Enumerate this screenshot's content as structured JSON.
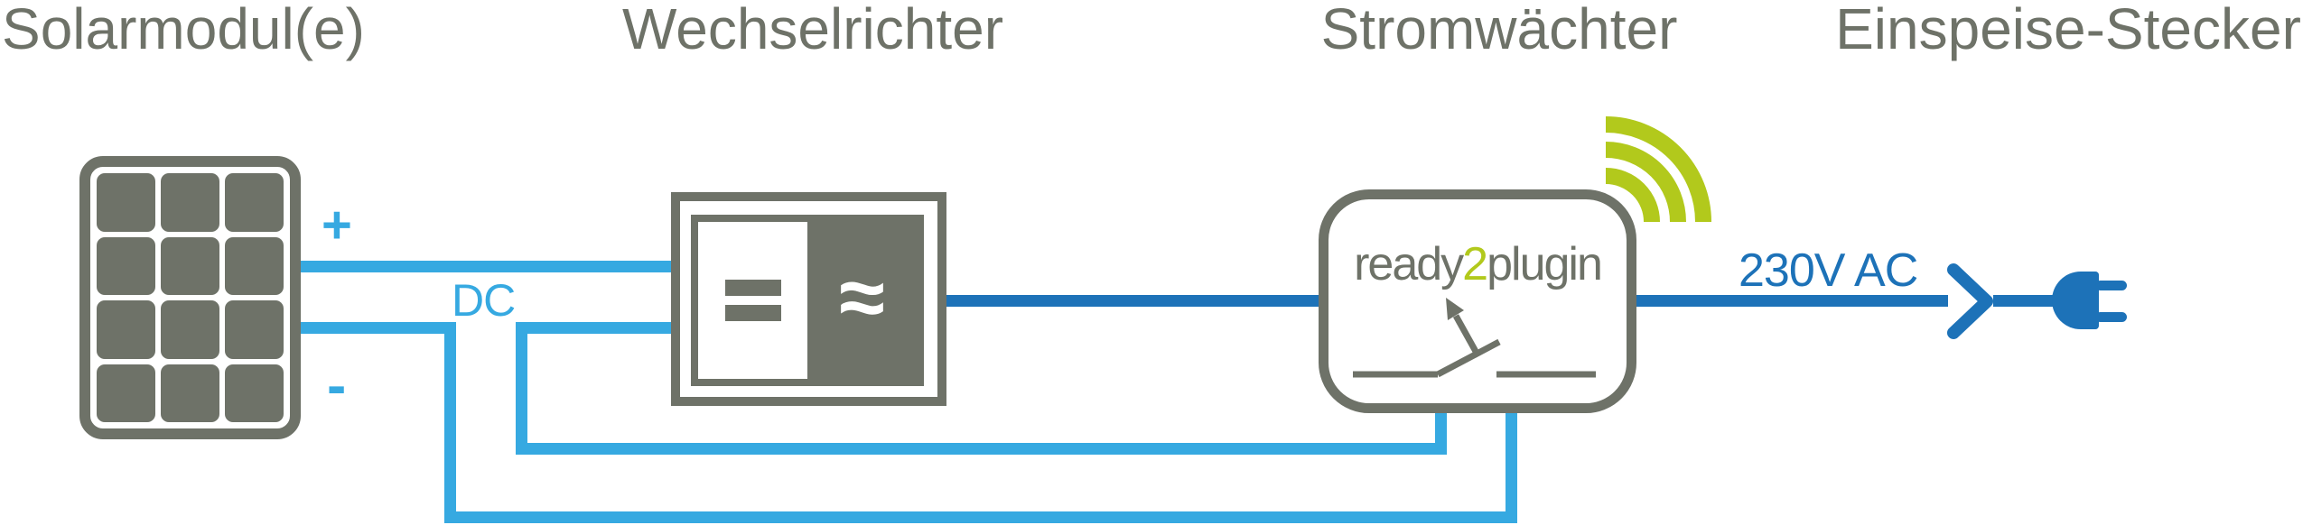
{
  "titles": {
    "solar": "Solarmodul(e)",
    "inverter": "Wechselrichter",
    "monitor": "Stromwächter",
    "plug": "Einspeise-Stecker"
  },
  "labels": {
    "plus": "+",
    "minus": "-",
    "dc": "DC",
    "ac": "230V AC"
  },
  "monitor": {
    "brand_pre": "ready",
    "brand_digit": "2",
    "brand_post": "plugin"
  },
  "icons": {
    "solar_panel_icon": "grid-of-12-cells-rounded-frame",
    "inverter_icon": "box-with-dc-equals-and-ac-tilde-halves",
    "switch_icon": "open-relay-contact-with-arrow",
    "wifi_icon": "three-green-quarter-arcs",
    "arrow_right_icon": "chevron-on-wire",
    "plug_icon": "power-plug-two-prongs"
  },
  "colors": {
    "gray": "#6e7268",
    "cyan": "#36a9e1",
    "blue": "#1d72b8",
    "green": "#b2c91c"
  }
}
